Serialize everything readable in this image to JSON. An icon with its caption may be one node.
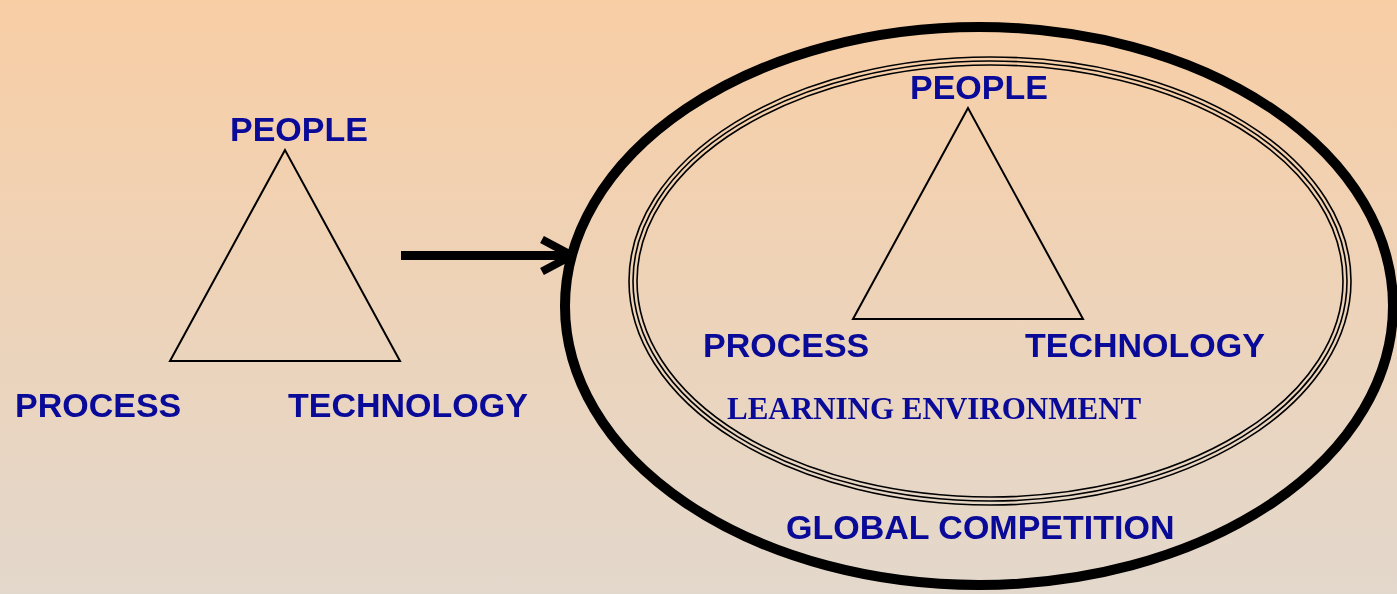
{
  "diagram": {
    "nodes": [
      {
        "text": [],
        "shape": "triangle",
        "beside": [
          "PEOPLE",
          "PROCESS",
          "TECHNOLOGY"
        ]
      },
      {
        "text": [
          "GLOBAL COMPETITION"
        ]
      },
      {
        "text": [
          "LEARNING ENVIRONMENT"
        ],
        "in": 1
      },
      {
        "text": [],
        "shape": "triangle",
        "in": 2,
        "beside": [
          "PEOPLE",
          "PROCESS",
          "TECHNOLOGY"
        ]
      }
    ],
    "edges": [
      {
        "from": 0,
        "to": 1,
        "arrow": "to"
      }
    ]
  }
}
